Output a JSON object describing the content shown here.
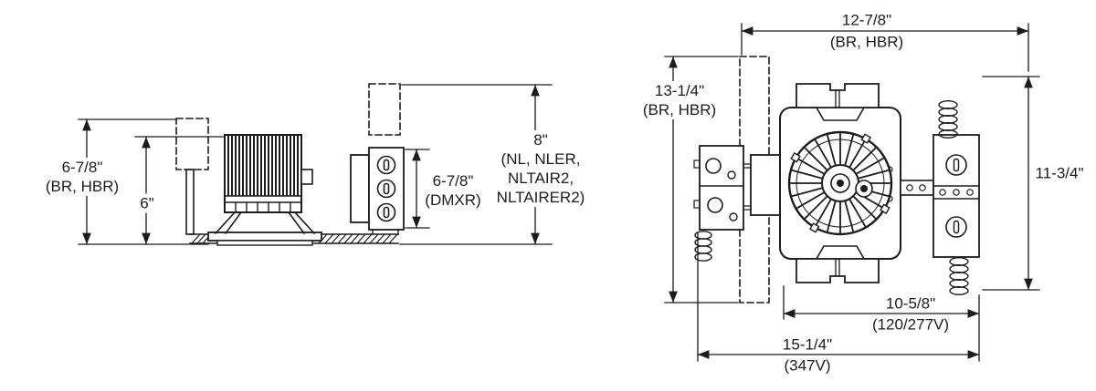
{
  "style": {
    "ink": "#1c1c1c",
    "background": "#ffffff"
  },
  "side_view": {
    "overall_height": {
      "value": "6-7/8\"",
      "note": "(BR, HBR)"
    },
    "inner_height": {
      "value": "6\""
    },
    "dmxr_height": {
      "value": "6-7/8\"",
      "note": "(DMXR)"
    },
    "nl_height": {
      "value": "8\"",
      "note_line1": "(NL, NLER,",
      "note_line2": "NLTAIR2,",
      "note_line3": "NLTAIRER2)"
    }
  },
  "top_view": {
    "width_top": {
      "value": "12-7/8\"",
      "note": "(BR, HBR)"
    },
    "height_left": {
      "value": "13-1/4\"",
      "note": "(BR, HBR)"
    },
    "height_right": {
      "value": "11-3/4\""
    },
    "width_inner": {
      "value": "10-5/8\"",
      "note": "(120/277V)"
    },
    "width_outer": {
      "value": "15-1/4\"",
      "note": "(347V)"
    }
  }
}
